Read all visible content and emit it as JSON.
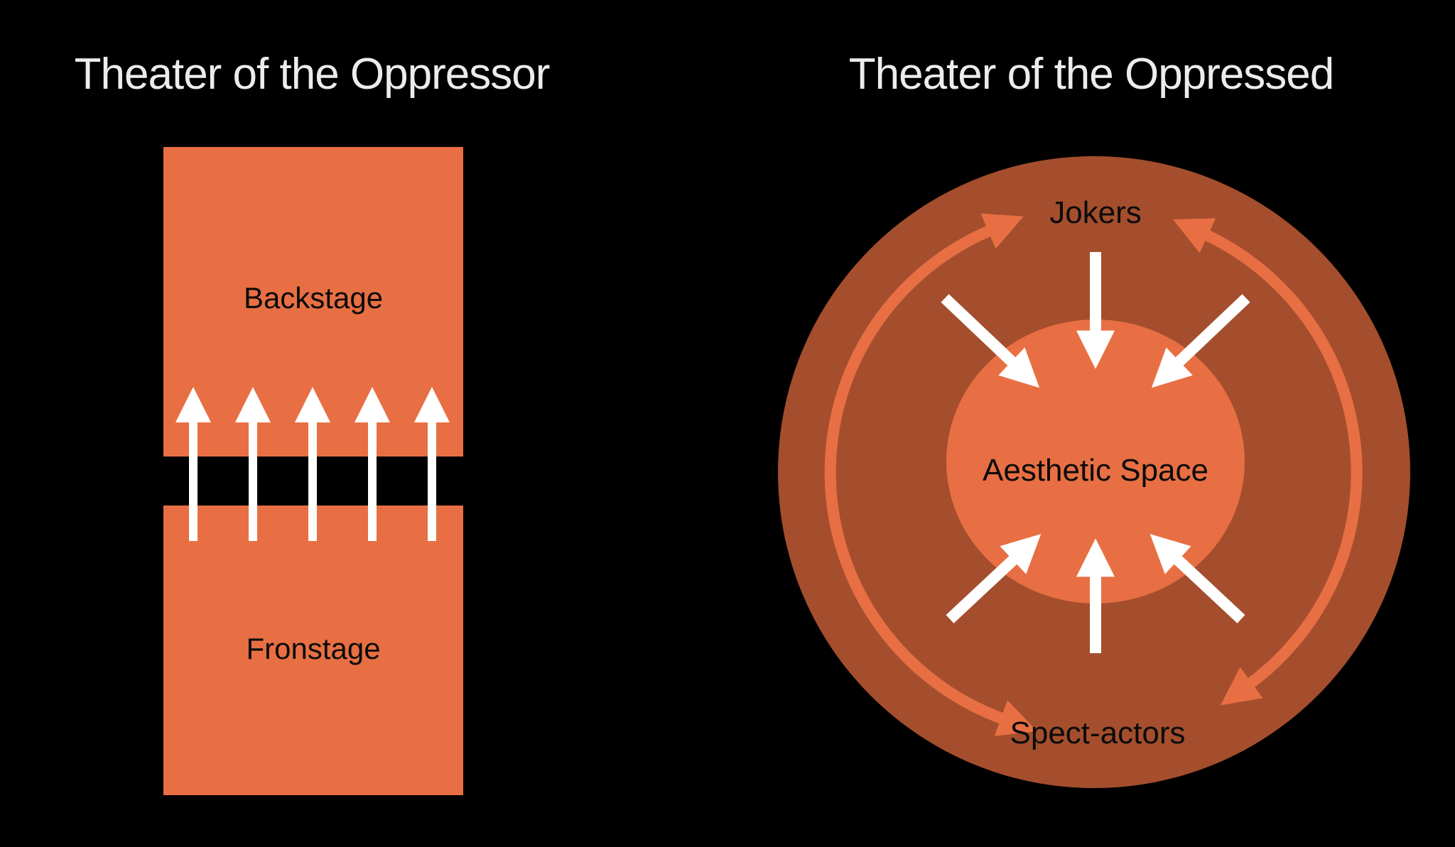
{
  "colors": {
    "background": "#000000",
    "bright_orange": "#E86F43",
    "dark_rust": "#A44E2D",
    "arrow_white": "#FFFFFF",
    "title_text": "#ECECEC",
    "label_text": "#0B0B0B"
  },
  "left_panel": {
    "title": "Theater of the Oppressor",
    "backstage_label": "Backstage",
    "frontstage_label": "Fronstage",
    "stage_flow_arrow_count": 5
  },
  "right_panel": {
    "title": "Theater of the Oppressed",
    "jokers_label": "Jokers",
    "aesthetic_space_label": "Aesthetic Space",
    "spect_actors_label": "Spect-actors",
    "convergence_arrow_count": 6,
    "circulation_arc_count": 2
  },
  "icons": {
    "stage_flow_arrow": "up-arrow-icon",
    "convergence_arrow": "inward-arrow-icon",
    "circulation_arc": "curved-double-arrow-icon"
  }
}
